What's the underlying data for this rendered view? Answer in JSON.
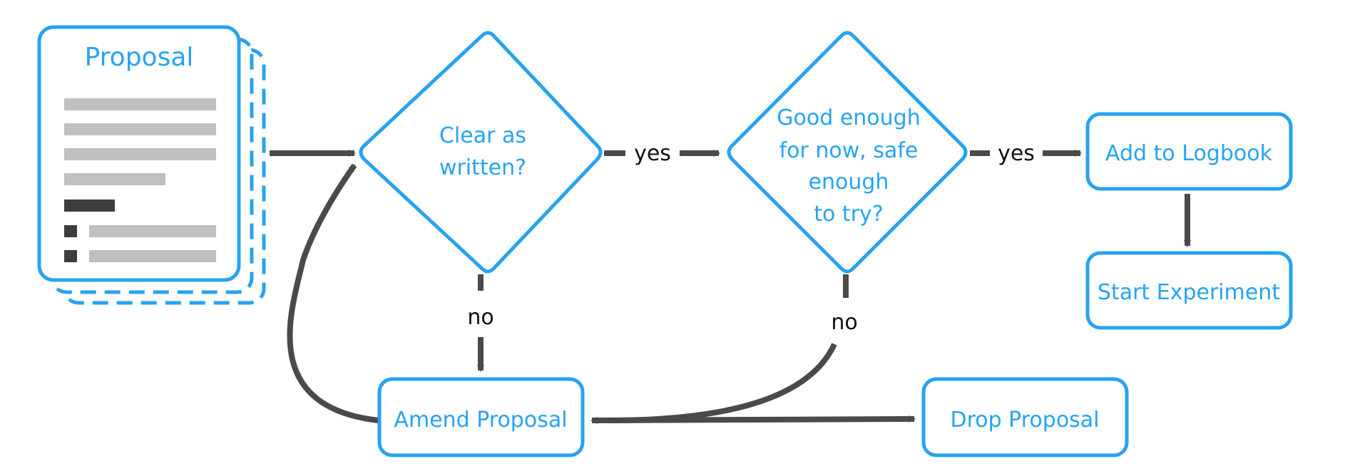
{
  "nodes": {
    "proposal": {
      "title": "Proposal"
    },
    "clear_decision": {
      "line1": "Clear as",
      "line2": "written?"
    },
    "good_decision": {
      "line1": "Good enough",
      "line2": "for now, safe",
      "line3": "enough",
      "line4": "to try?"
    },
    "add_logbook": {
      "label": "Add to Logbook"
    },
    "start_experiment": {
      "label": "Start Experiment"
    },
    "amend_proposal": {
      "label": "Amend Proposal"
    },
    "drop_proposal": {
      "label": "Drop Proposal"
    }
  },
  "edges": {
    "clear_yes": "yes",
    "good_yes": "yes",
    "clear_no": "no",
    "good_no": "no"
  },
  "colors": {
    "accent": "#27a3f0",
    "arrow": "#4a4a4a",
    "placeholder": "#c0c0c0",
    "bullet": "#3d3d3d"
  }
}
